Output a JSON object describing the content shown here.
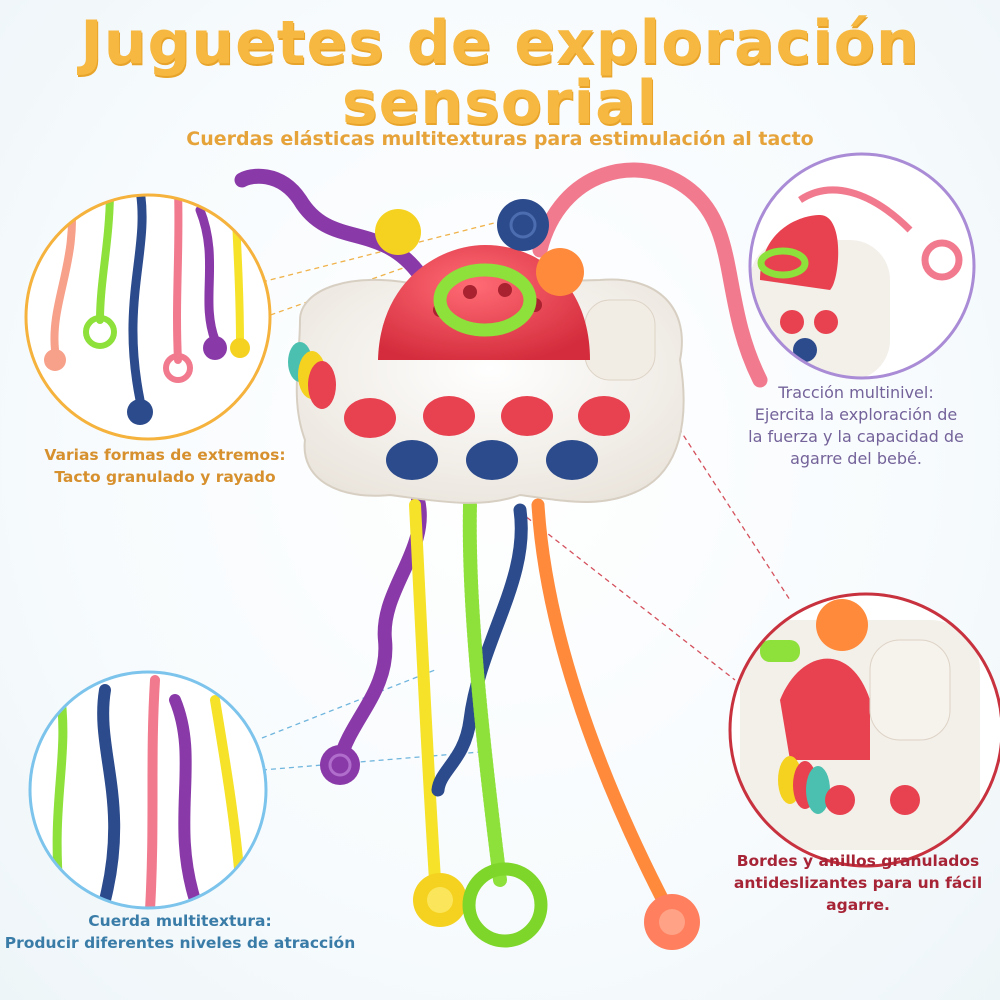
{
  "title": {
    "line1": "Juguetes de exploración",
    "line2": "sensorial"
  },
  "subtitle": "Cuerdas elásticas multitexturas para estimulación al tacto",
  "labels": {
    "left": {
      "line1": "Varias formas de extremos:",
      "line2": "Tacto granulado y rayado"
    },
    "right_top": {
      "line1": "Tracción multinivel:",
      "line2": "Ejercita la exploración de",
      "line3": "la fuerza y la capacidad de",
      "line4": "agarre del bebé."
    },
    "bottom_left": {
      "line1": "Cuerda multitextura:",
      "line2": "Producir diferentes niveles de atracción"
    },
    "bottom_right": {
      "line1": "Bordes y anillos granulados",
      "line2": "antideslizantes para un fácil",
      "line3": "agarre."
    }
  },
  "colors": {
    "title": "#f6b840",
    "subtitle": "#e6a33a",
    "label_left": "#d7902e",
    "label_right_top": "#74639a",
    "label_bottom_left": "#3a7ca8",
    "label_bottom_right": "#a62436",
    "toy_red": "#e8414f",
    "toy_body": "#f3efe9",
    "rope_purple": "#8a3aa8",
    "rope_yellow": "#f5e229",
    "rope_green": "#8ee03a",
    "rope_blue": "#2c4b8c",
    "rope_orange": "#ff8a3c",
    "rope_pink": "#f27a8e"
  }
}
